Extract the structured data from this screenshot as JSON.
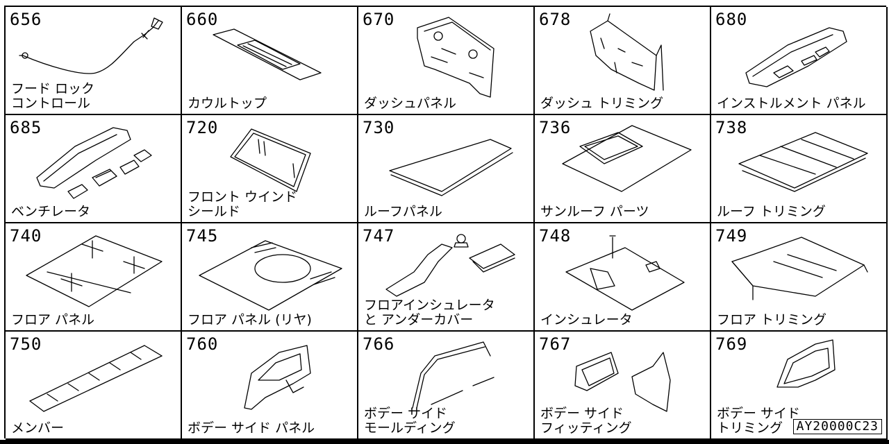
{
  "catalog": {
    "sheet_ref": "AY20000C23",
    "cells": [
      {
        "code": "656",
        "name": "フード ロック\nコントロール",
        "icon": "hood-lock-cable-icon"
      },
      {
        "code": "660",
        "name": "カウルトップ",
        "icon": "cowl-top-icon"
      },
      {
        "code": "670",
        "name": "ダッシュパネル",
        "icon": "dash-panel-icon"
      },
      {
        "code": "678",
        "name": "ダッシュ トリミング",
        "icon": "dash-trim-icon"
      },
      {
        "code": "680",
        "name": "インストルメント パネル",
        "icon": "instrument-panel-icon"
      },
      {
        "code": "685",
        "name": "ベンチレータ",
        "icon": "ventilator-icon"
      },
      {
        "code": "720",
        "name": "フロント ウインド\nシールド",
        "icon": "windshield-icon"
      },
      {
        "code": "730",
        "name": "ルーフパネル",
        "icon": "roof-panel-icon"
      },
      {
        "code": "736",
        "name": "サンルーフ パーツ",
        "icon": "sunroof-icon"
      },
      {
        "code": "738",
        "name": "ルーフ トリミング",
        "icon": "roof-trim-icon"
      },
      {
        "code": "740",
        "name": "フロア パネル",
        "icon": "floor-panel-icon"
      },
      {
        "code": "745",
        "name": "フロア パネル (リヤ)",
        "icon": "rear-floor-panel-icon"
      },
      {
        "code": "747",
        "name": "フロアインシュレータ\nと アンダーカバー",
        "icon": "floor-insulator-icon"
      },
      {
        "code": "748",
        "name": "インシュレータ",
        "icon": "insulator-icon"
      },
      {
        "code": "749",
        "name": "フロア トリミング",
        "icon": "floor-trim-icon"
      },
      {
        "code": "750",
        "name": "メンバー",
        "icon": "frame-member-icon"
      },
      {
        "code": "760",
        "name": "ボデー サイド パネル",
        "icon": "body-side-panel-icon"
      },
      {
        "code": "766",
        "name": "ボデー サイド\nモールディング",
        "icon": "side-molding-icon"
      },
      {
        "code": "767",
        "name": "ボデー サイド\nフィッティング",
        "icon": "side-fitting-icon"
      },
      {
        "code": "769",
        "name": "ボデー サイド\nトリミング",
        "icon": "side-trim-icon"
      }
    ]
  }
}
